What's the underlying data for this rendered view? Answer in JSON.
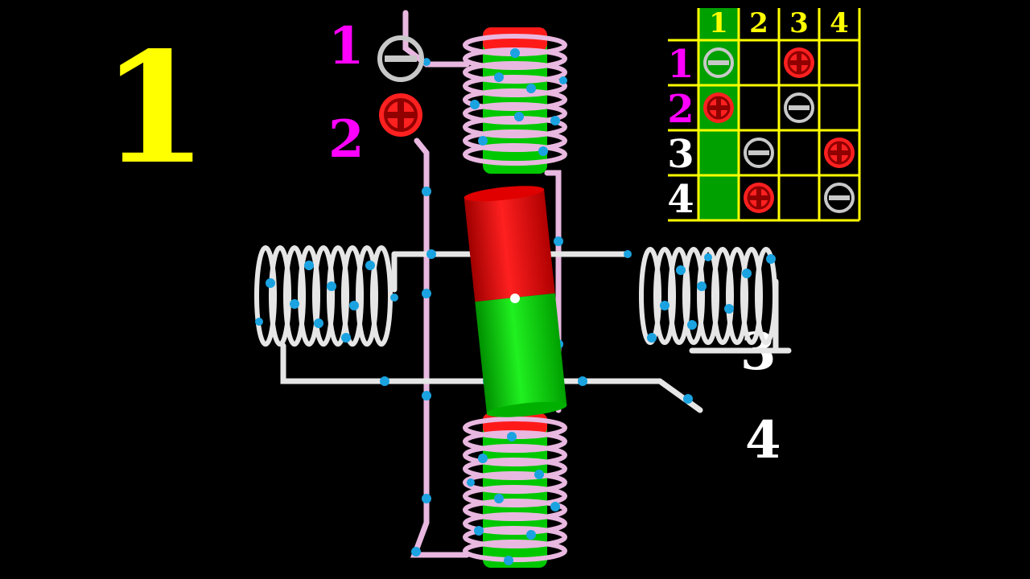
{
  "step_number": "1",
  "colors": {
    "step": "#ffff00",
    "label_upper": "#ff00ff",
    "label_lower": "#ffffff",
    "coil_vertical": "#e9b8e0",
    "coil_horizontal": "#e6e6e6",
    "magnet_north": "#ff0000",
    "magnet_south": "#00e000",
    "bead": "#1aa3e0",
    "grid": "#ffff00",
    "active_column": "#00a000",
    "positive": "#ff2020",
    "negative": "#c8c8c8"
  },
  "wire_labels": {
    "w1": "1",
    "w2": "2",
    "w3": "3",
    "w4": "4"
  },
  "terminal_icons": {
    "wire1": "minus-terminal-icon",
    "wire2": "plus-terminal-icon"
  },
  "switch_table": {
    "columns": [
      "1",
      "2",
      "3",
      "4"
    ],
    "active_column": 0,
    "rows": [
      {
        "label": "1",
        "label_color": "magenta",
        "cells": [
          "minus",
          "",
          "plus",
          ""
        ]
      },
      {
        "label": "2",
        "label_color": "magenta",
        "cells": [
          "plus",
          "",
          "minus",
          ""
        ]
      },
      {
        "label": "3",
        "label_color": "white",
        "cells": [
          "",
          "minus",
          "",
          "plus"
        ]
      },
      {
        "label": "4",
        "label_color": "white",
        "cells": [
          "",
          "plus",
          "",
          "minus"
        ]
      }
    ]
  }
}
